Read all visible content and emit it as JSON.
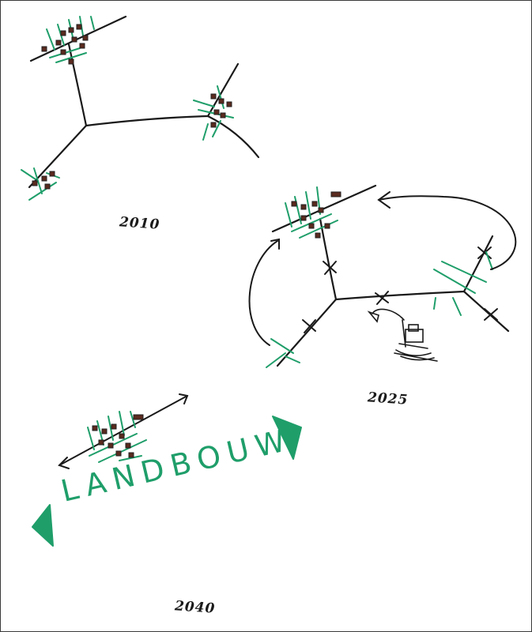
{
  "labels": {
    "year_2010": "2010",
    "year_2025": "2025",
    "year_2040": "2040",
    "landbouw": "LANDBOUW"
  },
  "colors": {
    "ink": "#1a1a1a",
    "green": "#1f9e6a",
    "house_fill": "#5a2a1e",
    "house_stroke": "#222222"
  }
}
